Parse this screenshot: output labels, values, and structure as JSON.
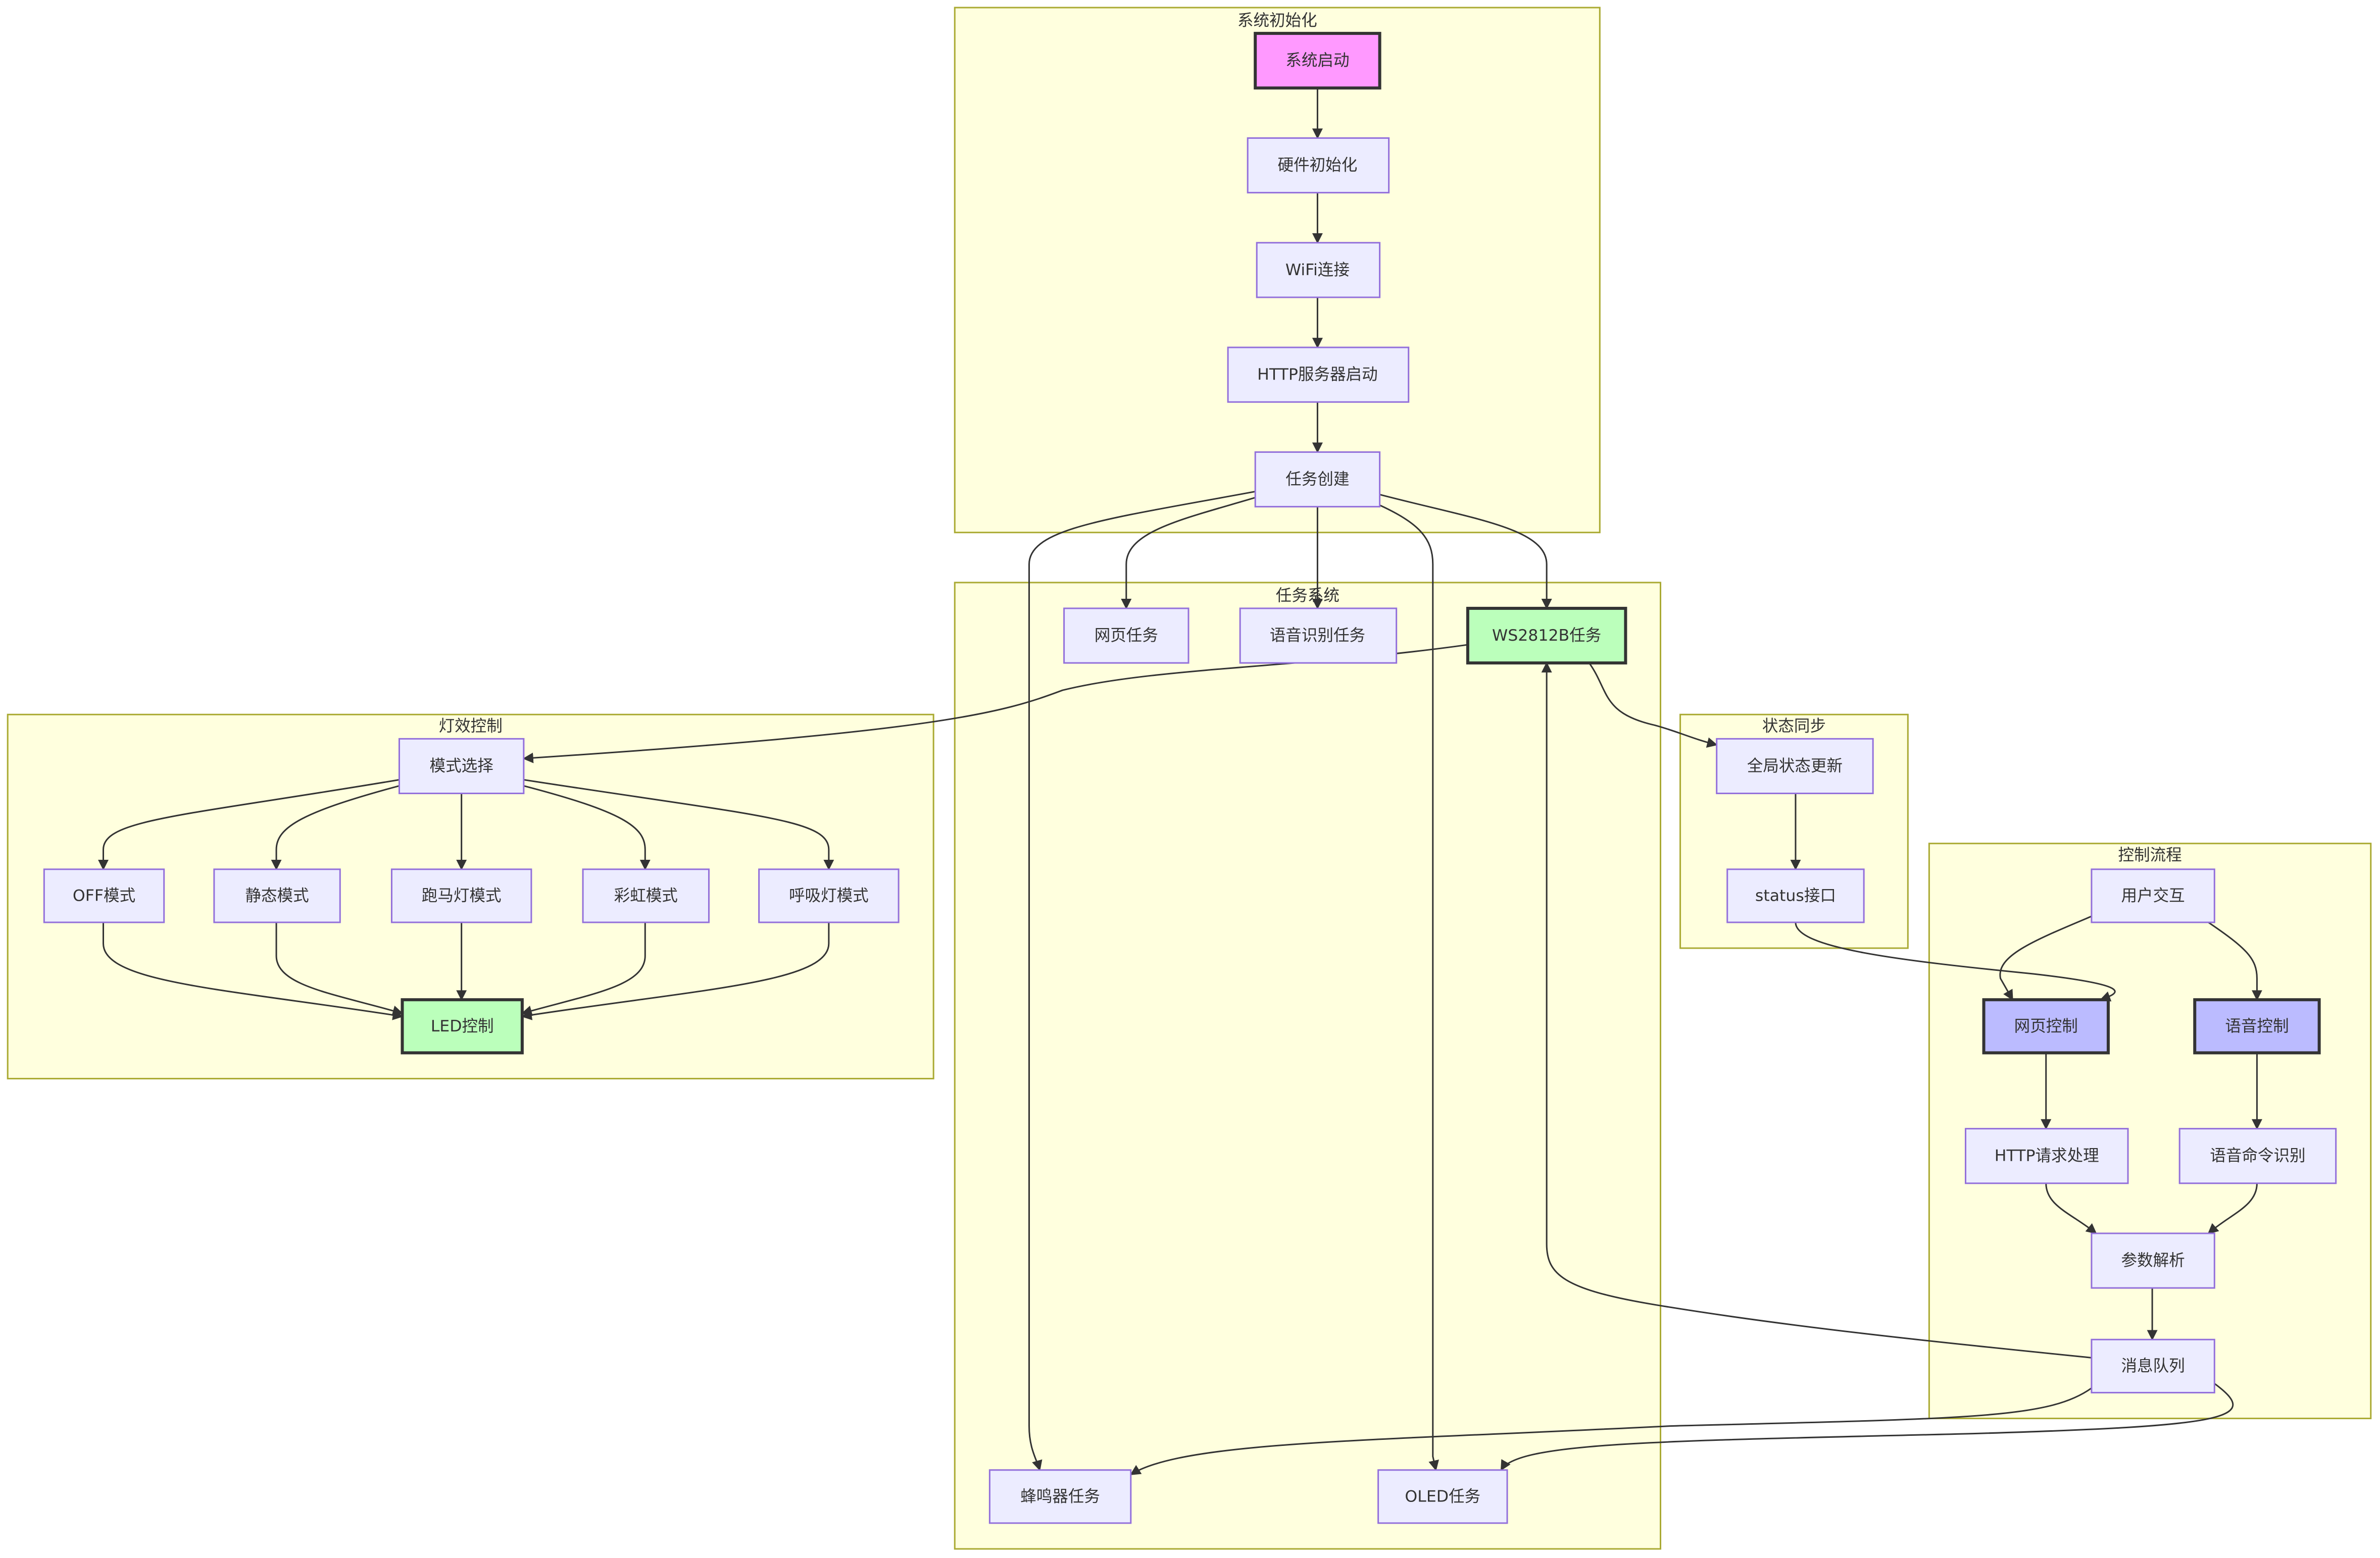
{
  "diagram": {
    "type": "flowchart",
    "clusters": {
      "init": {
        "title": "系统初始化"
      },
      "tasks": {
        "title": "任务系统"
      },
      "effects": {
        "title": "灯效控制"
      },
      "sync": {
        "title": "状态同步"
      },
      "control": {
        "title": "控制流程"
      }
    },
    "nodes": {
      "start": {
        "label": "系统启动",
        "style": "start",
        "fill": "#ff99ff"
      },
      "hw_init": {
        "label": "硬件初始化"
      },
      "wifi": {
        "label": "WiFi连接"
      },
      "http_server": {
        "label": "HTTP服务器启动"
      },
      "task_create": {
        "label": "任务创建"
      },
      "web_task": {
        "label": "网页任务"
      },
      "voice_task": {
        "label": "语音识别任务"
      },
      "ws2812b_task": {
        "label": "WS2812B任务",
        "style": "highlight",
        "fill": "#bbffbb"
      },
      "buzzer_task": {
        "label": "蜂鸣器任务"
      },
      "oled_task": {
        "label": "OLED任务"
      },
      "mode_select": {
        "label": "模式选择"
      },
      "mode_off": {
        "label": "OFF模式"
      },
      "mode_static": {
        "label": "静态模式"
      },
      "mode_marquee": {
        "label": "跑马灯模式"
      },
      "mode_rainbow": {
        "label": "彩虹模式"
      },
      "mode_breath": {
        "label": "呼吸灯模式"
      },
      "led_control": {
        "label": "LED控制",
        "style": "highlight",
        "fill": "#bbffbb"
      },
      "global_state": {
        "label": "全局状态更新"
      },
      "status_api": {
        "label": "status接口"
      },
      "user_interaction": {
        "label": "用户交互"
      },
      "web_control": {
        "label": "网页控制",
        "style": "control",
        "fill": "#bbbbff"
      },
      "voice_control": {
        "label": "语音控制",
        "style": "control",
        "fill": "#bbbbff"
      },
      "http_request": {
        "label": "HTTP请求处理"
      },
      "voice_command": {
        "label": "语音命令识别"
      },
      "param_parse": {
        "label": "参数解析"
      },
      "msg_queue": {
        "label": "消息队列"
      }
    },
    "edges": [
      [
        "start",
        "hw_init"
      ],
      [
        "hw_init",
        "wifi"
      ],
      [
        "wifi",
        "http_server"
      ],
      [
        "http_server",
        "task_create"
      ],
      [
        "task_create",
        "web_task"
      ],
      [
        "task_create",
        "voice_task"
      ],
      [
        "task_create",
        "ws2812b_task"
      ],
      [
        "task_create",
        "buzzer_task"
      ],
      [
        "task_create",
        "oled_task"
      ],
      [
        "ws2812b_task",
        "mode_select"
      ],
      [
        "mode_select",
        "mode_off"
      ],
      [
        "mode_select",
        "mode_static"
      ],
      [
        "mode_select",
        "mode_marquee"
      ],
      [
        "mode_select",
        "mode_rainbow"
      ],
      [
        "mode_select",
        "mode_breath"
      ],
      [
        "mode_off",
        "led_control"
      ],
      [
        "mode_static",
        "led_control"
      ],
      [
        "mode_marquee",
        "led_control"
      ],
      [
        "mode_rainbow",
        "led_control"
      ],
      [
        "mode_breath",
        "led_control"
      ],
      [
        "ws2812b_task",
        "global_state"
      ],
      [
        "global_state",
        "status_api"
      ],
      [
        "status_api",
        "web_control"
      ],
      [
        "user_interaction",
        "web_control"
      ],
      [
        "user_interaction",
        "voice_control"
      ],
      [
        "web_control",
        "http_request"
      ],
      [
        "voice_control",
        "voice_command"
      ],
      [
        "http_request",
        "param_parse"
      ],
      [
        "voice_command",
        "param_parse"
      ],
      [
        "param_parse",
        "msg_queue"
      ],
      [
        "msg_queue",
        "ws2812b_task"
      ],
      [
        "msg_queue",
        "buzzer_task"
      ],
      [
        "msg_queue",
        "oled_task"
      ]
    ]
  }
}
